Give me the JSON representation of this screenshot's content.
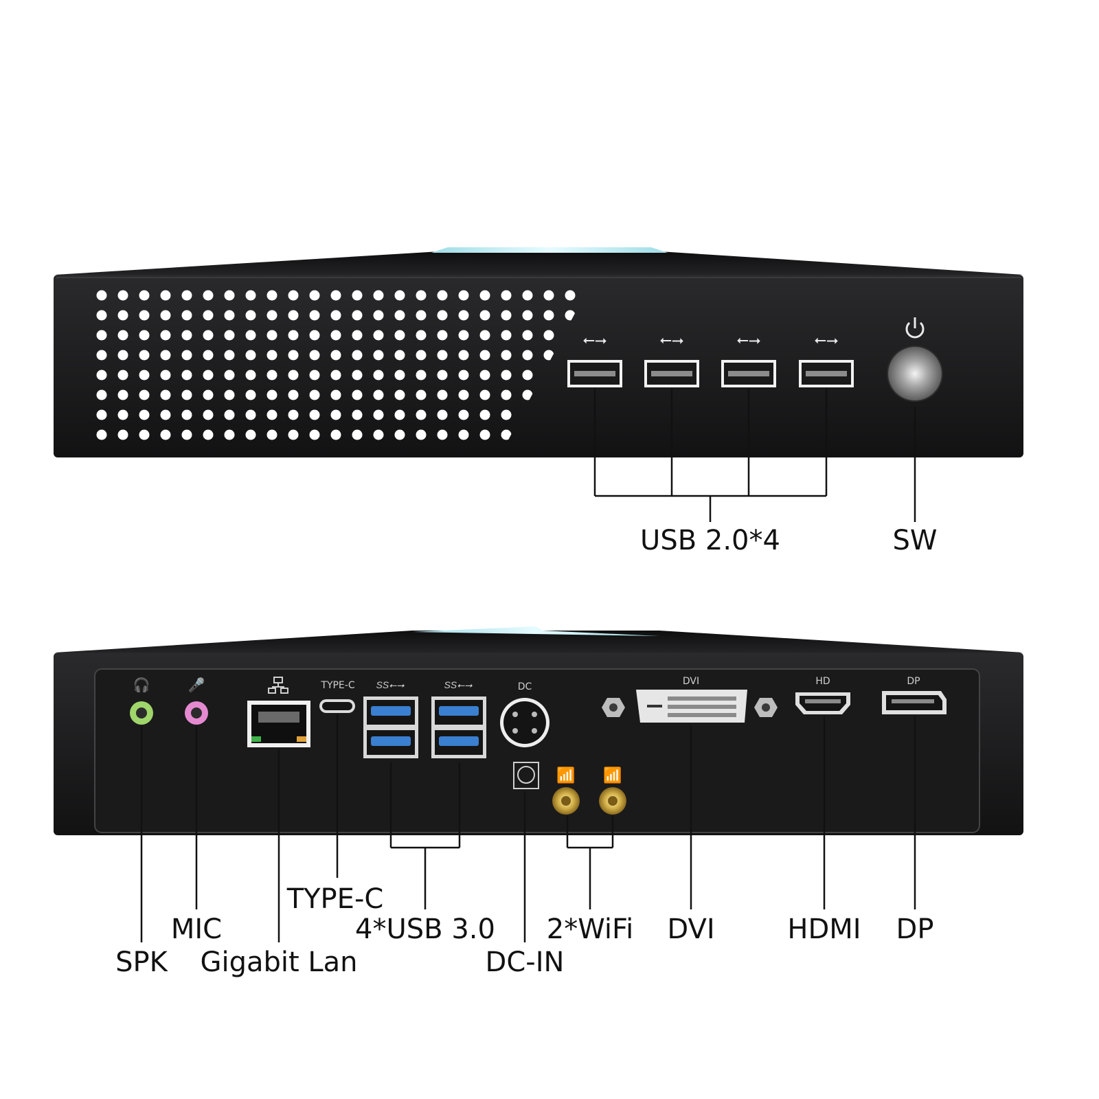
{
  "front_panel": {
    "usb_callout": "USB 2.0*4",
    "switch_callout": "SW"
  },
  "rear_panel": {
    "port_icons": {
      "type_c": "TYPE-C",
      "dc": "DC",
      "dvi": "DVI",
      "hdmi": "HD",
      "dp": "DP"
    },
    "callouts": {
      "spk": "SPK",
      "mic": "MIC",
      "lan": "Gigabit Lan",
      "type_c": "TYPE-C",
      "usb3": "4*USB 3.0",
      "dc_in": "DC-IN",
      "wifi": "2*WiFi",
      "dvi": "DVI",
      "hdmi": "HDMI",
      "dp": "DP"
    }
  },
  "colors": {
    "chassis": "#1b1b1c",
    "accent_glow": "#bfeaf0",
    "usb3_blue": "#3a7fd0",
    "audio_out_green": "#9fd56a",
    "mic_pink": "#e58ad0",
    "antenna_gold": "#d4b24a"
  }
}
